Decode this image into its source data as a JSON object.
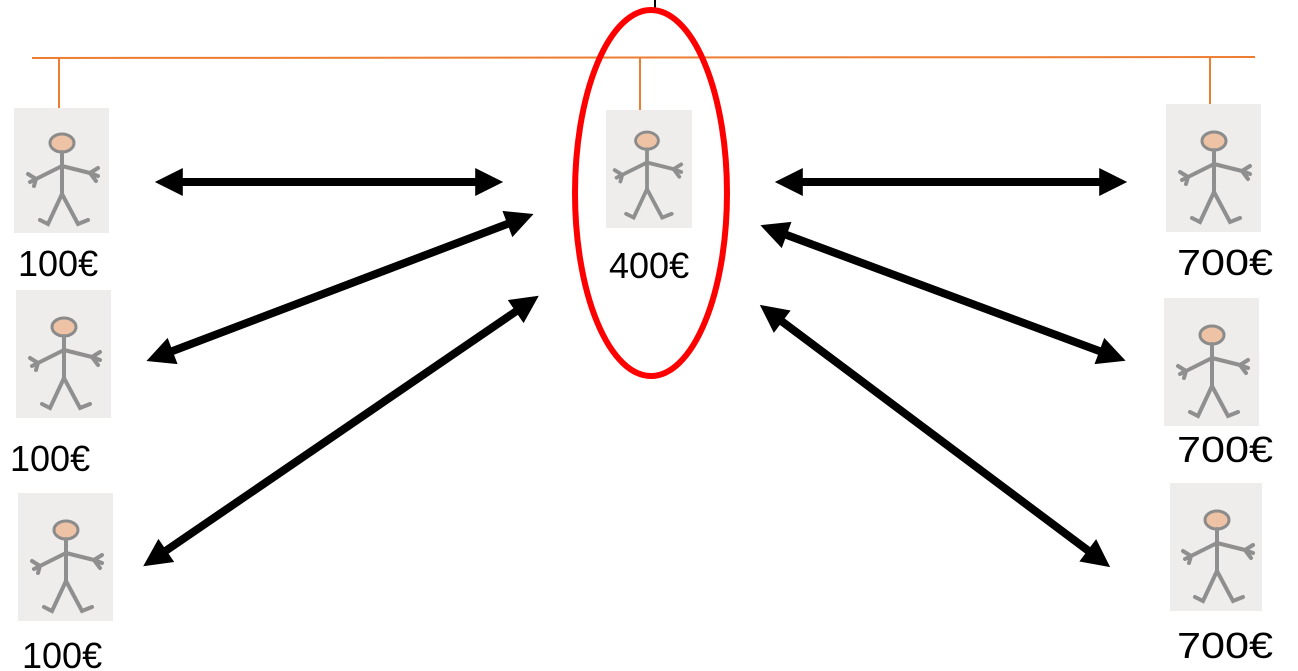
{
  "colors": {
    "connector_line": "#ed7d31",
    "highlight_ellipse": "#ff0000",
    "arrow": "#000000",
    "figure_card": "#eeedec",
    "figure_head": "#edc2a5"
  },
  "icon_names": {
    "person": "stick-figure-icon",
    "arrow": "double-headed-arrow"
  },
  "center_person": {
    "amount": "400€",
    "highlighted": true
  },
  "left_persons": [
    {
      "amount": "100€"
    },
    {
      "amount": "100€"
    },
    {
      "amount": "100€"
    }
  ],
  "right_persons": [
    {
      "amount": "700€"
    },
    {
      "amount": "700€"
    },
    {
      "amount": "700€"
    }
  ]
}
